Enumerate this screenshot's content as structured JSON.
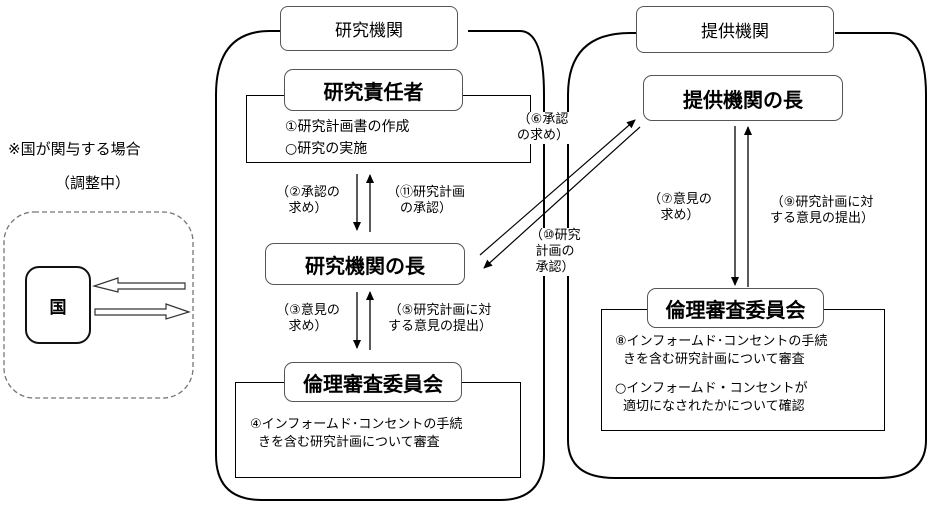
{
  "note": {
    "line1": "※国が関与する場合",
    "line2": "（調整中）"
  },
  "country": {
    "label": "国"
  },
  "research_institution": {
    "title": "研究機関",
    "principal_investigator": {
      "title": "研究責任者",
      "items": [
        "①研究計画書の作成",
        "○研究の実施"
      ]
    },
    "head": {
      "title": "研究機関の長"
    },
    "ethics_committee": {
      "title": "倫理審査委員会",
      "items": [
        "④インフォームド･コンセントの手続",
        "きを含む研究計画について審査"
      ]
    },
    "arrows": {
      "approval_request": [
        "（②承認の",
        "求め）"
      ],
      "plan_approval": [
        "（⑪研究計画",
        "の承認）"
      ],
      "opinion_request": [
        "（③意見の",
        "求め）"
      ],
      "opinion_submission": [
        "（⑤研究計画に対",
        "する意見の提出）"
      ]
    }
  },
  "provider_institution": {
    "title": "提供機関",
    "head": {
      "title": "提供機関の長"
    },
    "ethics_committee": {
      "title": "倫理審査委員会",
      "items": [
        "⑧インフォームド･コンセントの手続",
        "きを含む研究計画について審査",
        "○インフォームド・コンセントが",
        "適切になされたかについて確認"
      ]
    },
    "arrows": {
      "opinion_request": [
        "（⑦意見の",
        "求め）"
      ],
      "opinion_submission": [
        "（⑨研究計画に対",
        "する意見の提出）"
      ]
    }
  },
  "cross_arrows": {
    "approval_request": [
      "（⑥承認",
      "の求め）"
    ],
    "plan_approval": [
      "（⑩研究",
      "計画の",
      "承認）"
    ]
  }
}
